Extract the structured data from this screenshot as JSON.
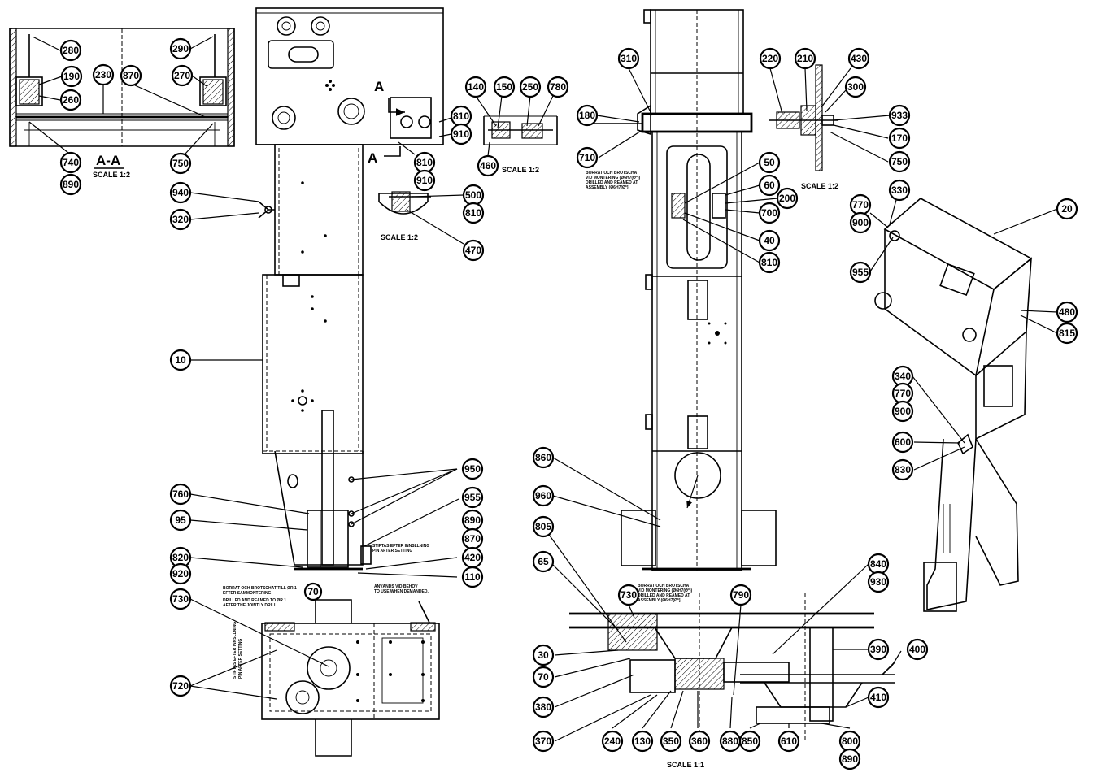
{
  "section_view": {
    "title": "A-A",
    "scale": "SCALE 1:2"
  },
  "scales": {
    "detail_top": "SCALE 1:2",
    "detail_mid": "SCALE 1:2",
    "detail_right": "SCALE 1:2",
    "detail_bottom": "SCALE 1:1"
  },
  "section_markers": {
    "upper": "A",
    "lower": "A"
  },
  "notes": {
    "n1_sv": "BORRAT OCH BROTSCHAT",
    "n1_sv2": "VID MONTERING (Ø6H7(Ø*))",
    "n1_en": "DRILLED AND REAMED AT",
    "n1_en2": "ASSEMBLY (Ø6H7(Ø*))",
    "n2_sv": "STIFTAS EFTER INNSLLNING",
    "n2_en": "PIN AFTER SETTING",
    "n3_sv": "ANVÄNDS VID BEHOV",
    "n3_en": "TO USE WHEN DEMANDED.",
    "n4_sv": "BORRAT OCH BROTSCHAT TILL ØR.1",
    "n4_sv2": "EFTER SAMMONTERING",
    "n4_en": "DRILLED AND REAMED TO ØR.1",
    "n4_en2": "AFTER THE JOINTLY DRILL",
    "n5_sv": "STIFTAS EFTER INNSLLNING",
    "n5_en": "PIN AFTER SETTING",
    "n6_sv": "BORRAT OCH BROTSCHAT",
    "n6_sv2": "VID MONTERING (Ø6H7(Ø*))",
    "n6_en": "DRILLED AND REAMED AT",
    "n6_en2": "ASSEMBLY (Ø6H7(Ø*))"
  },
  "balloons": {
    "b280": "280",
    "b290": "290",
    "b190": "190",
    "b270": "270",
    "b230": "230",
    "b870a": "870",
    "b260": "260",
    "b740": "740",
    "b890a": "890",
    "b750a": "750",
    "b140": "140",
    "b150": "150",
    "b250": "250",
    "b780": "780",
    "b810a": "810",
    "b910a": "910",
    "b810b": "810",
    "b910b": "910",
    "b460": "460",
    "b500": "500",
    "b810c": "810",
    "b470": "470",
    "b940": "940",
    "b320": "320",
    "b10": "10",
    "b950": "950",
    "b955a": "955",
    "b890b": "890",
    "b870b": "870",
    "b760": "760",
    "b95": "95",
    "b820": "820",
    "b920": "920",
    "b420": "420",
    "b110": "110",
    "b70a": "70",
    "b730a": "730",
    "b720": "720",
    "b310": "310",
    "b180": "180",
    "b710": "710",
    "b50": "50",
    "b60": "60",
    "b200": "200",
    "b700": "700",
    "b40": "40",
    "b810d": "810",
    "b220": "220",
    "b210": "210",
    "b430": "430",
    "b300": "300",
    "b933": "933",
    "b170": "170",
    "b750b": "750",
    "b330": "330",
    "b770a": "770",
    "b900a": "900",
    "b20": "20",
    "b955b": "955",
    "b480": "480",
    "b815": "815",
    "b340": "340",
    "b770b": "770",
    "b900b": "900",
    "b600": "600",
    "b830": "830",
    "b860": "860",
    "b960": "960",
    "b805": "805",
    "b65": "65",
    "b730b": "730",
    "b790": "790",
    "b840": "840",
    "b930": "930",
    "b30": "30",
    "b70b": "70",
    "b390": "390",
    "b400": "400",
    "b380": "380",
    "b410": "410",
    "b370": "370",
    "b240": "240",
    "b130": "130",
    "b350": "350",
    "b360": "360",
    "b880": "880",
    "b850": "850",
    "b610": "610",
    "b800": "800",
    "b890c": "890"
  }
}
